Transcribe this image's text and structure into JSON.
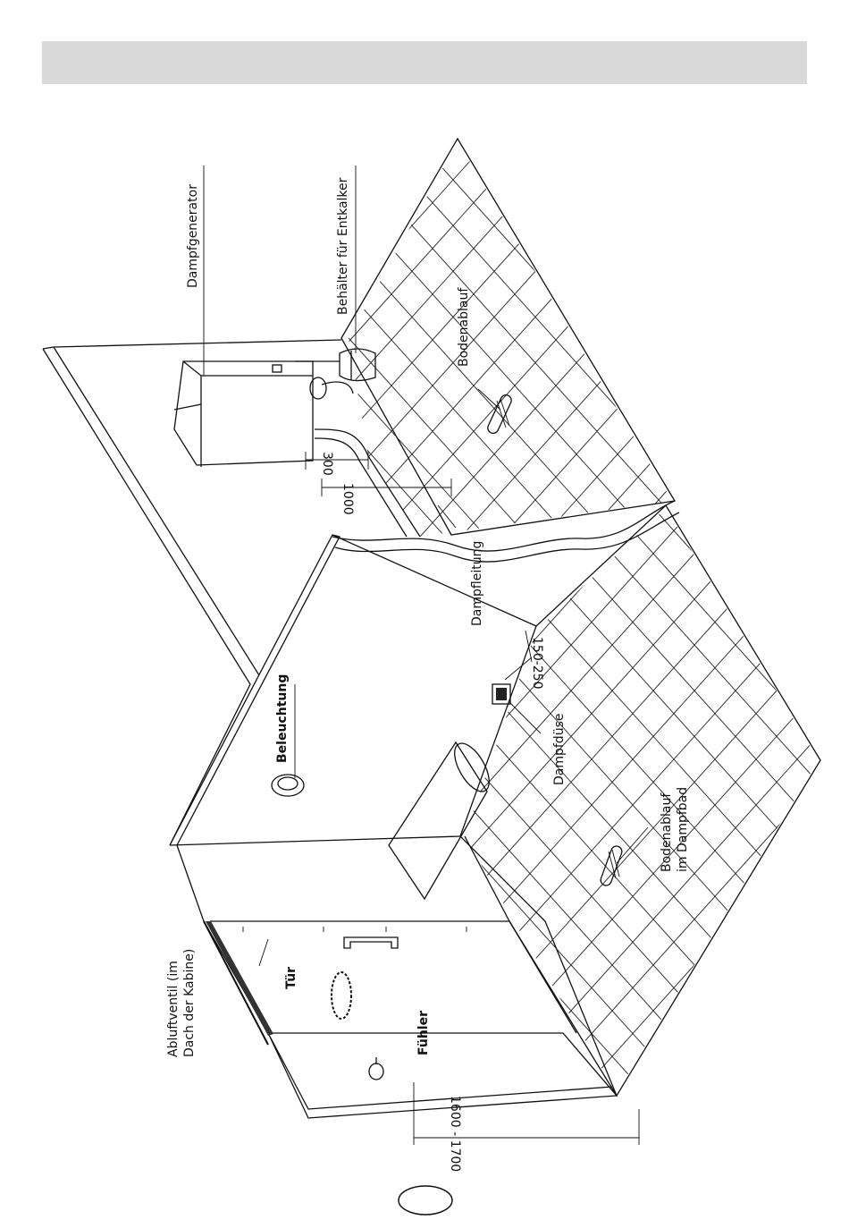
{
  "labels": {
    "steam_generator": "Dampfgenerator",
    "descaler_container": "Behälter für Entkalker",
    "floor_drain": "Bodenablauf",
    "steam_line": "Dampfleitung",
    "lighting": "Beleuchtung",
    "steam_nozzle": "Dampfdüse",
    "floor_drain_steambath_line1": "Bodenablauf",
    "floor_drain_steambath_line2": "im Dampfbad",
    "exhaust_valve_line1": "Abluftventil (im",
    "exhaust_valve_line2": "Dach der Kabine)",
    "door": "Tür",
    "sensor": "Fühler"
  },
  "dimensions": {
    "d300": "300",
    "d1000": "1000",
    "d150_250": "150-250",
    "d1600_1700": "1600 - 1700"
  },
  "colors": {
    "header_bar": "#d9d9d9",
    "line": "#111111"
  }
}
